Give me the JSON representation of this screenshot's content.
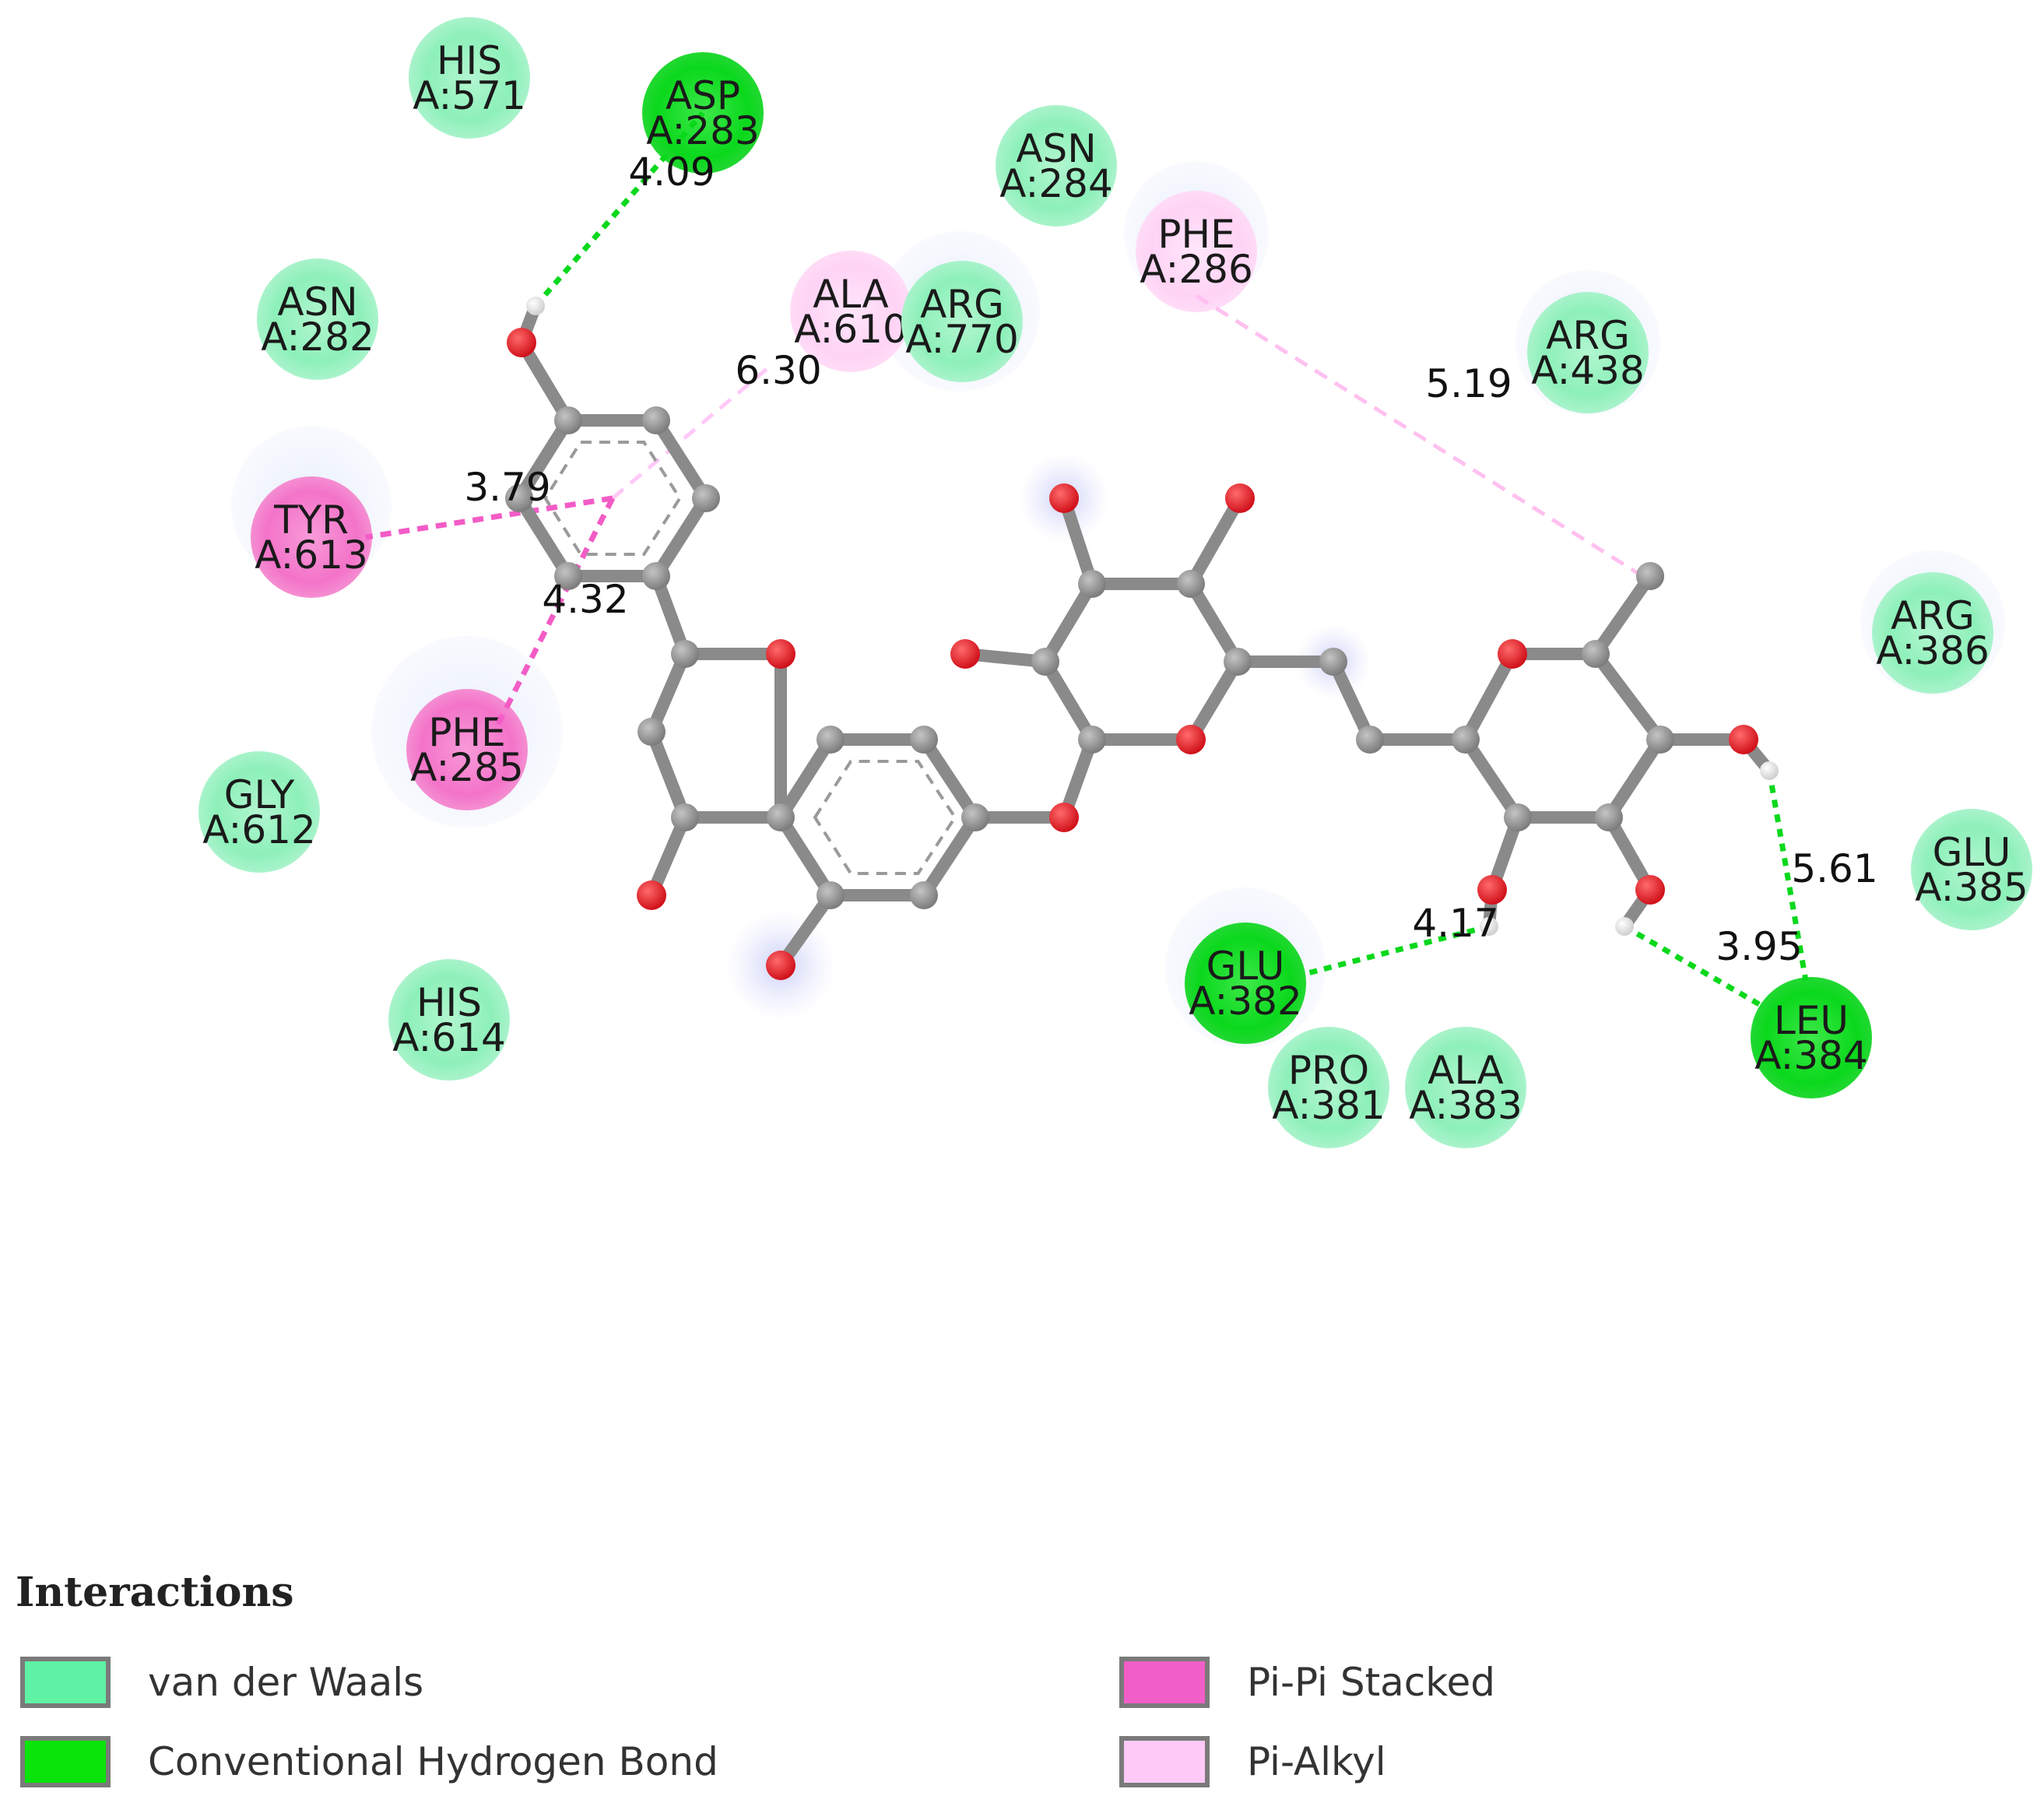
{
  "residues": [
    {
      "id": "his571",
      "name": "HIS",
      "num": "A:571",
      "type": "vdw"
    },
    {
      "id": "asp283",
      "name": "ASP",
      "num": "A:283",
      "type": "hbond"
    },
    {
      "id": "asn284",
      "name": "ASN",
      "num": "A:284",
      "type": "vdw"
    },
    {
      "id": "phe286",
      "name": "PHE",
      "num": "A:286",
      "type": "pialkyl"
    },
    {
      "id": "asn282",
      "name": "ASN",
      "num": "A:282",
      "type": "vdw"
    },
    {
      "id": "ala610",
      "name": "ALA",
      "num": "A:610",
      "type": "pialkyl"
    },
    {
      "id": "arg770",
      "name": "ARG",
      "num": "A:770",
      "type": "vdw"
    },
    {
      "id": "arg438",
      "name": "ARG",
      "num": "A:438",
      "type": "vdw"
    },
    {
      "id": "tyr613",
      "name": "TYR",
      "num": "A:613",
      "type": "pistack"
    },
    {
      "id": "phe285",
      "name": "PHE",
      "num": "A:285",
      "type": "pistack"
    },
    {
      "id": "arg386",
      "name": "ARG",
      "num": "A:386",
      "type": "vdw"
    },
    {
      "id": "gly612",
      "name": "GLY",
      "num": "A:612",
      "type": "vdw"
    },
    {
      "id": "glu385",
      "name": "GLU",
      "num": "A:385",
      "type": "vdw"
    },
    {
      "id": "his614",
      "name": "HIS",
      "num": "A:614",
      "type": "vdw"
    },
    {
      "id": "glu382",
      "name": "GLU",
      "num": "A:382",
      "type": "hbond"
    },
    {
      "id": "leu384",
      "name": "LEU",
      "num": "A:384",
      "type": "hbond"
    },
    {
      "id": "pro381",
      "name": "PRO",
      "num": "A:381",
      "type": "vdw"
    },
    {
      "id": "ala383",
      "name": "ALA",
      "num": "A:383",
      "type": "vdw"
    }
  ],
  "distances": [
    {
      "id": "asp283",
      "value": "4.09"
    },
    {
      "id": "ala610",
      "value": "6.30"
    },
    {
      "id": "phe286",
      "value": "5.19"
    },
    {
      "id": "tyr613",
      "value": "3.79"
    },
    {
      "id": "phe285",
      "value": "4.32"
    },
    {
      "id": "leu384a",
      "value": "5.61"
    },
    {
      "id": "glu382",
      "value": "4.17"
    },
    {
      "id": "leu384b",
      "value": "3.95"
    }
  ],
  "legend": {
    "title": "Interactions",
    "items": [
      {
        "label": "van der Waals",
        "color": "#5ff2a4"
      },
      {
        "label": "Conventional Hydrogen Bond",
        "color": "#0ae40a"
      },
      {
        "label": "Pi-Pi Stacked",
        "color": "#f25ec7"
      },
      {
        "label": "Pi-Alkyl",
        "color": "#ffc9f7"
      }
    ]
  },
  "colors": {
    "vdw": "#8df0b9",
    "hbond": "#0ad81c",
    "pistack": "#f373c9",
    "pialkyl": "#ffd3f5",
    "carbon": "#8a8a8a",
    "oxygen": "#e0161c",
    "hydrogen": "#ffffff"
  }
}
